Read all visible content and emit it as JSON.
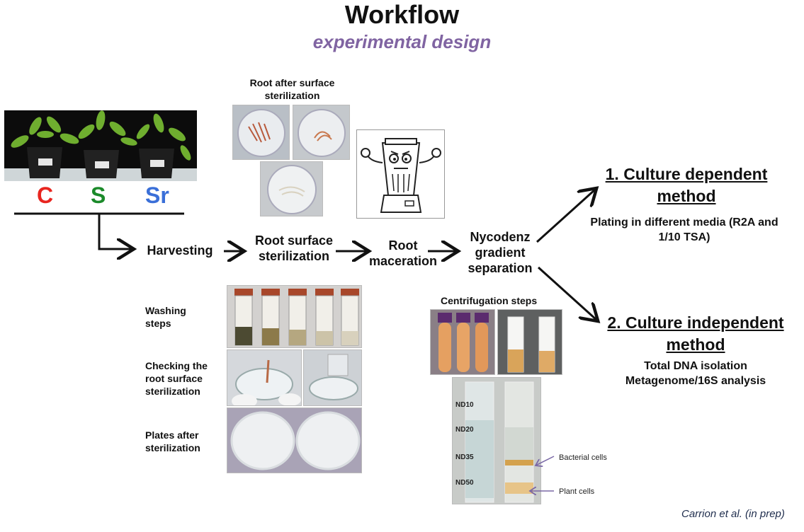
{
  "title": "Workflow",
  "subtitle": "experimental design",
  "treatments": [
    {
      "label": "C",
      "color": "#e8251f"
    },
    {
      "label": "S",
      "color": "#1b8a2a"
    },
    {
      "label": "Sr",
      "color": "#3a6fd8"
    }
  ],
  "photo_labels": {
    "root_after": "Root after surface sterilization",
    "washing": "Washing steps",
    "checking": "Checking the root surface sterilization",
    "plates": "Plates after sterilization",
    "centrifugation": "Centrifugation steps"
  },
  "steps": {
    "harvesting": "Harvesting",
    "root_surface": "Root surface sterilization",
    "root_maceration": "Root maceration",
    "nycodenz": "Nycodenz gradient separation"
  },
  "methods": {
    "dependent_title": "1. Culture dependent method",
    "dependent_desc": "Plating in different media (R2A and 1/10 TSA)",
    "independent_title": "2. Culture independent method",
    "independent_desc": "Total DNA isolation Metagenome/16S analysis"
  },
  "gradient": {
    "marks": [
      "ND10",
      "ND20",
      "ND35",
      "ND50"
    ],
    "bacterial": "Bacterial cells",
    "plant": "Plant cells"
  },
  "citation": "Carrion et al.  (in prep)",
  "colors": {
    "subtitle": "#8064a2",
    "arrow": "#111111",
    "pointer": "#7a68a6"
  }
}
